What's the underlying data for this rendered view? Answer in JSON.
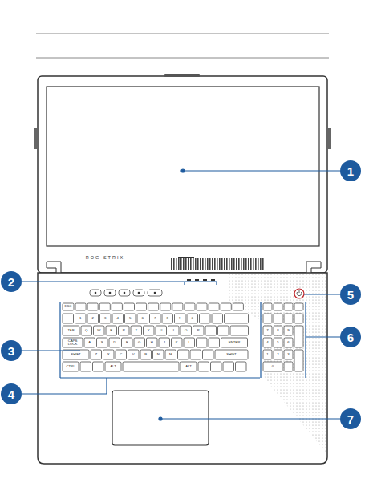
{
  "diagram": {
    "labels": [
      "1",
      "2",
      "3",
      "4",
      "5",
      "6",
      "7",
      "ROG STRIX",
      "ESC",
      "1",
      "2",
      "3",
      "4",
      "5",
      "6",
      "7",
      "8",
      "9",
      "0",
      "TAB",
      "Q",
      "W",
      "E",
      "R",
      "T",
      "Y",
      "U",
      "I",
      "O",
      "P",
      "CAPS LOCK",
      "A",
      "S",
      "D",
      "F",
      "G",
      "H",
      "J",
      "K",
      "L",
      "ENTER",
      "SHIFT",
      "Z",
      "X",
      "C",
      "V",
      "B",
      "N",
      "M",
      "SHIFT",
      "CTRL",
      "ALT",
      "ALT",
      "7",
      "8",
      "9",
      "4",
      "5",
      "6",
      "1",
      "2",
      "3",
      "0"
    ]
  }
}
